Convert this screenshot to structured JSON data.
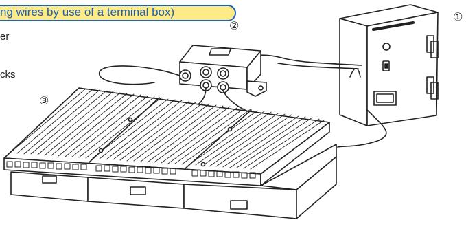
{
  "header": {
    "title": "ng wires by use of a terminal box)"
  },
  "side_labels": [
    "er",
    "cks"
  ],
  "callouts": [
    "①",
    "②",
    "③"
  ]
}
